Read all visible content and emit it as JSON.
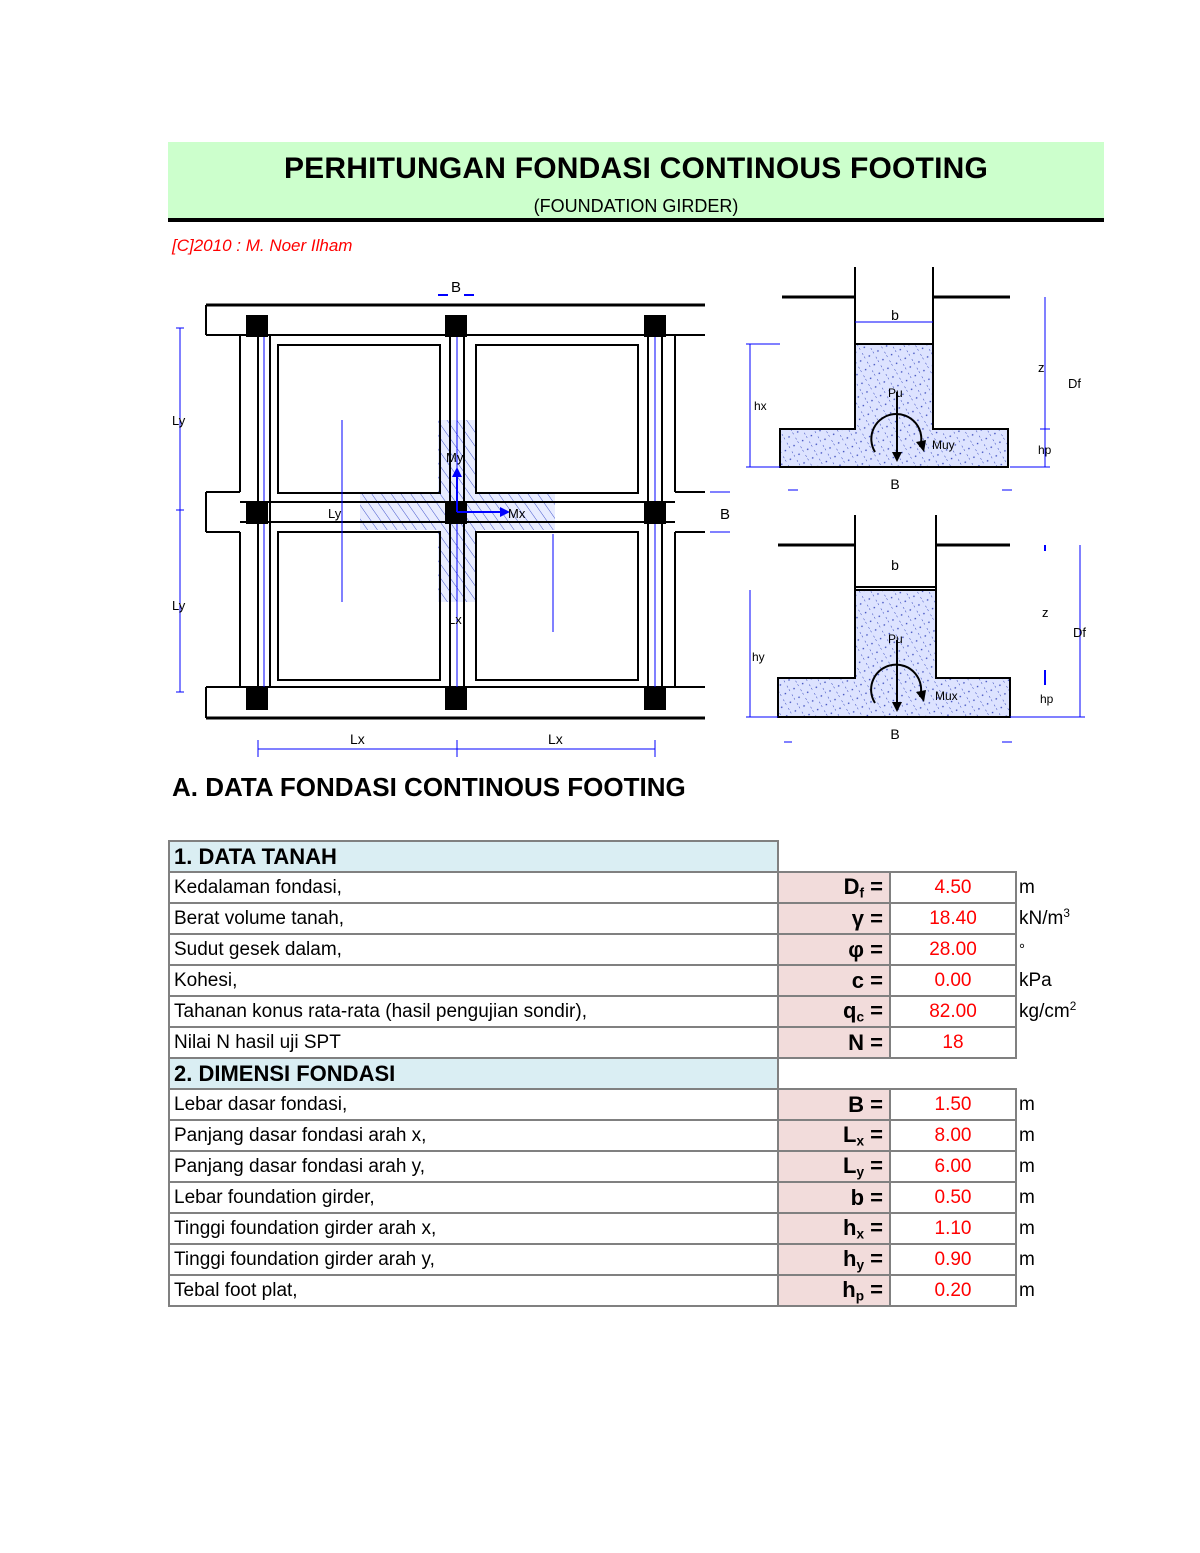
{
  "header": {
    "title": "PERHITUNGAN FONDASI CONTINOUS FOOTING",
    "subtitle": "(FOUNDATION GIRDER)"
  },
  "copyright": "[C]2010 : M. Noer Ilham",
  "plan_labels": {
    "B_top": "B",
    "B_right": "B",
    "Ly_left_1": "Ly",
    "Ly_left_2": "Ly",
    "Ly_inner": "Ly",
    "Lx_inner": "Lx",
    "Lx_bottom_1": "Lx",
    "Lx_bottom_2": "Lx",
    "Mx": "Mx",
    "My": "My"
  },
  "section_x": {
    "b": "b",
    "hx": "hx",
    "z": "z",
    "Df": "Df",
    "hp": "hp",
    "Pu": "Pu",
    "Muy": "Muy",
    "B": "B"
  },
  "section_y": {
    "b": "b",
    "hy": "hy",
    "z": "z",
    "Df": "Df",
    "hp": "hp",
    "Pu": "Pu",
    "Mux": "Mux",
    "B": "B"
  },
  "section_a_title": "A. DATA FONDASI CONTINOUS FOOTING",
  "tables": {
    "soil": {
      "heading": "1. DATA TANAH",
      "rows": [
        {
          "desc": "Kedalaman fondasi,",
          "sym": "D",
          "sub": "f",
          "value": "4.50",
          "unit": "m"
        },
        {
          "desc": "Berat volume tanah,",
          "sym": "γ",
          "value": "18.40",
          "unit": "kN/m",
          "unit_sup": "3"
        },
        {
          "desc": "Sudut gesek dalam,",
          "sym": "φ",
          "value": "28.00",
          "unit": "°"
        },
        {
          "desc": "Kohesi,",
          "sym": "c",
          "value": "0.00",
          "unit": "kPa"
        },
        {
          "desc": "Tahanan konus rata-rata (hasil pengujian sondir),",
          "sym": "q",
          "sub": "c",
          "value": "82.00",
          "unit": "kg/cm",
          "unit_sup": "2"
        },
        {
          "desc": "Nilai N hasil uji SPT",
          "sym": "N",
          "value": "18",
          "unit": ""
        }
      ]
    },
    "dimension": {
      "heading": "2. DIMENSI FONDASI",
      "rows": [
        {
          "desc": "Lebar dasar fondasi,",
          "sym": "B",
          "value": "1.50",
          "unit": "m"
        },
        {
          "desc": "Panjang dasar fondasi arah x,",
          "sym": "L",
          "sub": "x",
          "value": "8.00",
          "unit": "m"
        },
        {
          "desc": "Panjang dasar fondasi arah y,",
          "sym": "L",
          "sub": "y",
          "value": "6.00",
          "unit": "m"
        },
        {
          "desc": "Lebar foundation girder,",
          "sym": "b",
          "value": "0.50",
          "unit": "m"
        },
        {
          "desc": "Tinggi foundation girder arah x,",
          "sym": "h",
          "sub": "x",
          "value": "1.10",
          "unit": "m"
        },
        {
          "desc": "Tinggi foundation girder arah y,",
          "sym": "h",
          "sub": "y",
          "value": "0.90",
          "unit": "m"
        },
        {
          "desc": "Tebal foot plat,",
          "sym": "h",
          "sub": "p",
          "value": "0.20",
          "unit": "m"
        }
      ]
    }
  },
  "colors": {
    "header_bg": "#ccffcc",
    "table_head_bg": "#daeef3",
    "symbol_bg": "#f2dcdb",
    "value_text": "#ff0000",
    "dimension_line": "#0000ff"
  }
}
